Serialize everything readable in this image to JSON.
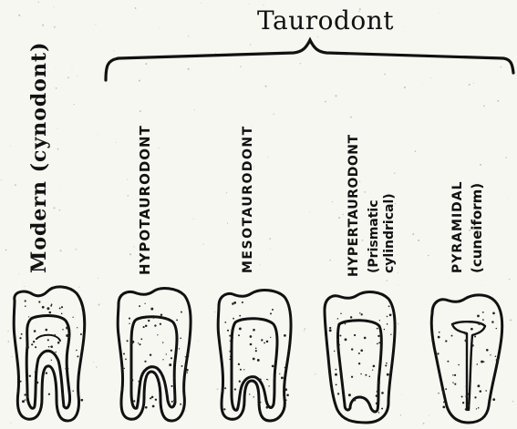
{
  "group_label": "Taurodont",
  "teeth": [
    {
      "label": "Modern (cynodont)",
      "sub": []
    },
    {
      "label": "HYPOTAURODONT",
      "sub": []
    },
    {
      "label": "MESOTAURODONT",
      "sub": []
    },
    {
      "label": "HYPERTAURODONT",
      "sub": [
        "(Prismatic",
        "cylindrical)"
      ]
    },
    {
      "label": "PYRAMIDAL",
      "sub": [
        "(cuneiform)"
      ]
    }
  ]
}
